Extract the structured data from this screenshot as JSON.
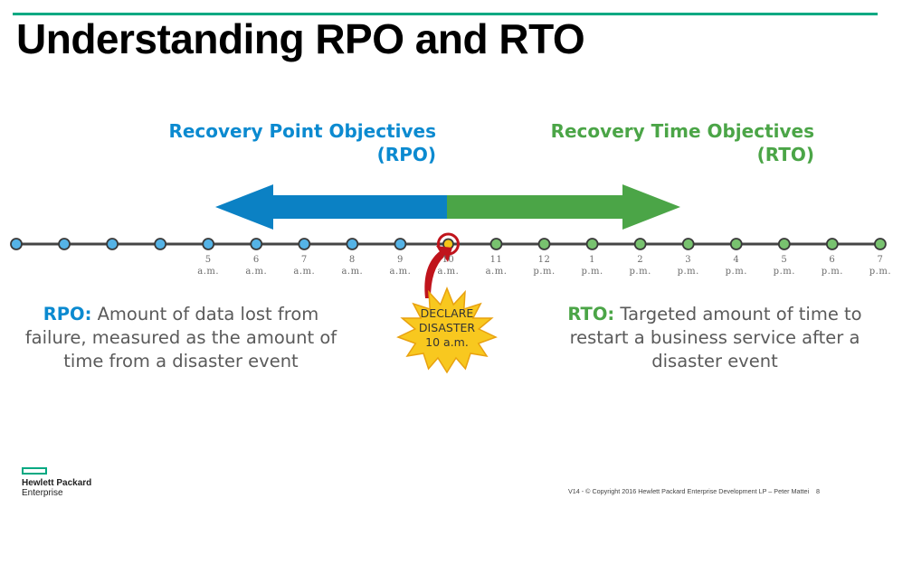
{
  "slide": {
    "title": "Understanding RPO and RTO",
    "accent_color": "#01a982"
  },
  "headings": {
    "rpo_line1": "Recovery Point Objectives",
    "rpo_line2": "(RPO)",
    "rto_line1": "Recovery Time Objectives",
    "rto_line2": "(RTO)",
    "rpo_color": "#0b8ad0",
    "rto_color": "#4ba547"
  },
  "timeline": {
    "leading_nodes": 4,
    "ticks": [
      {
        "hour": "5",
        "period": "a.m."
      },
      {
        "hour": "6",
        "period": "a.m."
      },
      {
        "hour": "7",
        "period": "a.m."
      },
      {
        "hour": "8",
        "period": "a.m."
      },
      {
        "hour": "9",
        "period": "a.m."
      },
      {
        "hour": "10",
        "period": "a.m."
      },
      {
        "hour": "11",
        "period": "a.m."
      },
      {
        "hour": "12",
        "period": "p.m."
      },
      {
        "hour": "1",
        "period": "p.m."
      },
      {
        "hour": "2",
        "period": "p.m."
      },
      {
        "hour": "3",
        "period": "p.m."
      },
      {
        "hour": "4",
        "period": "p.m."
      },
      {
        "hour": "5",
        "period": "p.m."
      },
      {
        "hour": "6",
        "period": "p.m."
      },
      {
        "hour": "7",
        "period": "p.m."
      }
    ],
    "disaster_tick_index": 5
  },
  "burst": {
    "line1": "DECLARE",
    "line2": "DISASTER",
    "line3": "10 a.m."
  },
  "descriptions": {
    "rpo_lead": "RPO:",
    "rpo_text": "Amount of data lost from failure, measured as the amount of time from a disaster event",
    "rto_lead": "RTO:",
    "rto_text": "Targeted amount of time to restart a business service after a disaster event"
  },
  "logo": {
    "company": "Hewlett Packard",
    "division": "Enterprise"
  },
  "footer": {
    "copyright": "V14 - © Copyright 2016 Hewlett Packard  Enterprise Development LP – Peter Mattei",
    "page": "8"
  }
}
